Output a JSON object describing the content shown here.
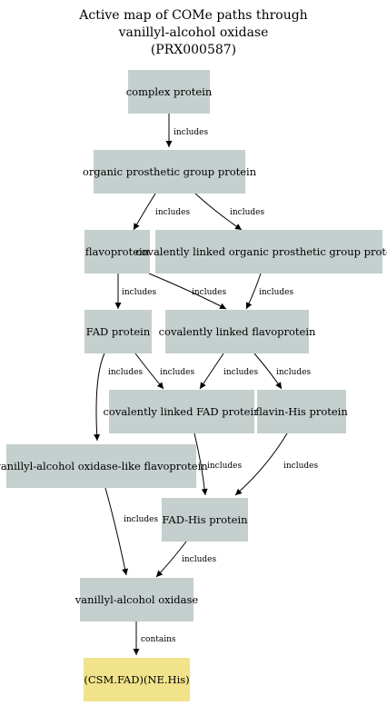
{
  "title": {
    "line1": "Active map of COMe paths through",
    "line2": "vanillyl-alcohol oxidase",
    "line3": "(PRX000587)"
  },
  "colors": {
    "protein_node": "#c4cfce",
    "target_node": "#f1e38b",
    "edge": "#000000",
    "background": "#ffffff"
  },
  "nodes": {
    "n1": "complex protein",
    "n2": "organic prosthetic group protein",
    "n3": "flavoprotein",
    "n4": "covalently linked organic prosthetic group protein",
    "n5": "FAD protein",
    "n6": "covalently linked flavoprotein",
    "n7": "covalently linked FAD protein",
    "n8": "flavin-His protein",
    "n9": "vanillyl-alcohol oxidase-like flavoprotein",
    "n10": "FAD-His protein",
    "n11": "vanillyl-alcohol oxidase",
    "n12": "(CSM.FAD)(NE.His)"
  },
  "edge_labels": {
    "includes": "includes",
    "contains": "contains"
  }
}
